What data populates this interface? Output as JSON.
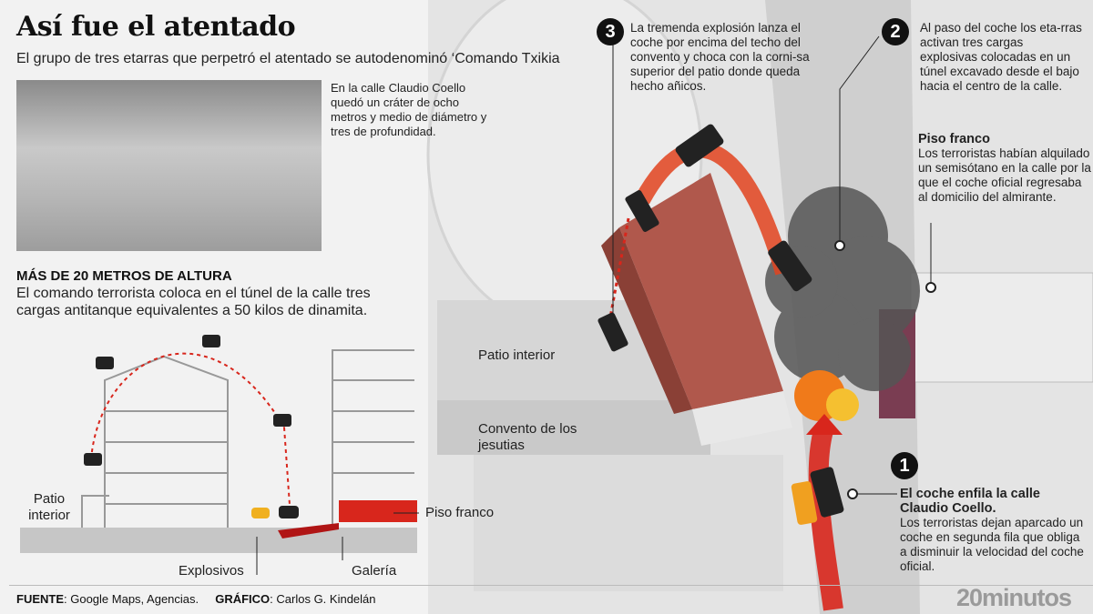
{
  "title": "Así fue el atentado",
  "subtitle": "El grupo de tres etarras que perpetró el atentado se autodenominó ‘Comando Txikia",
  "photo_caption": "En la calle Claudio Coello quedó un cráter de ocho metros y medio de diámetro y tres de profundidad.",
  "section": {
    "title": "MÁS DE 20 METROS DE ALTURA",
    "text": "El comando terrorista coloca en el túnel de la calle tres cargas antitanque equivalentes a 50 kilos de dinamita."
  },
  "diagram_labels": {
    "patio": "Patio interior",
    "explosivos": "Explosivos",
    "galeria": "Galería",
    "piso_franco": "Piso franco"
  },
  "scene_labels": {
    "patio": "Patio interior",
    "convento": "Convento de los jesutias"
  },
  "steps": [
    {
      "number": "1",
      "title": "El coche enfila la calle Claudio Coello.",
      "text": "Los terroristas dejan aparcado un coche en segunda fila que obliga a disminuir la velocidad del coche oficial."
    },
    {
      "number": "2",
      "text": "Al paso del coche los eta-rras activan tres cargas explosivas colocadas en un túnel excavado desde el bajo hacia el centro de la calle."
    },
    {
      "number": "3",
      "text": "La tremenda explosión lanza el coche por encima del techo del convento y choca con la corni-sa superior del patio donde queda hecho añicos."
    }
  ],
  "piso_franco": {
    "title": "Piso franco",
    "text": "Los terroristas habían alquilado un semisótano en la calle por la que el coche oficial regresaba al domicilio del almirante."
  },
  "footer": {
    "source_label": "FUENTE",
    "source": ": Google Maps, Agencias.",
    "graphic_label": "GRÁFICO",
    "graphic": ": Carlos G. Kindelán"
  },
  "logo": "20minutos",
  "colors": {
    "red": "#d8261c",
    "roof": "#b0584c"
  }
}
